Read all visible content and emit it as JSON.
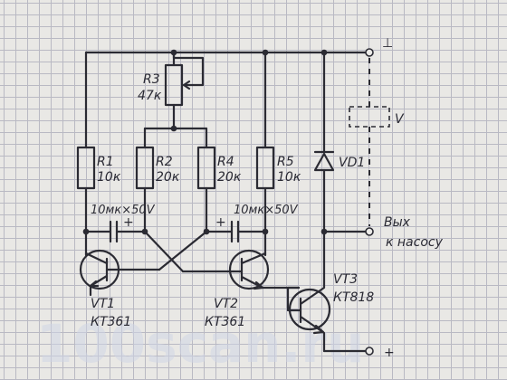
{
  "labels": {
    "r1_name": "R1",
    "r1_value": "10к",
    "r2_name": "R2",
    "r2_value": "20к",
    "r3_name": "R3",
    "r3_value": "47к",
    "r4_name": "R4",
    "r4_value": "20к",
    "r5_name": "R5",
    "r5_value": "10к",
    "c1_value": "10мк×50V",
    "c2_value": "10мк×50V",
    "plus_c1": "+",
    "plus_c2": "+",
    "vd1": "VD1",
    "relay_v": "V",
    "vt1_name": "VT1",
    "vt1_type": "КТ361",
    "vt2_name": "VT2",
    "vt2_type": "КТ361",
    "vt3_name": "VT3",
    "vt3_type": "КТ818",
    "output_line1": "Вых",
    "output_line2": "к насосу",
    "minus_terminal": "⊥",
    "plus_terminal": "+"
  },
  "watermark": "100scan.ru"
}
